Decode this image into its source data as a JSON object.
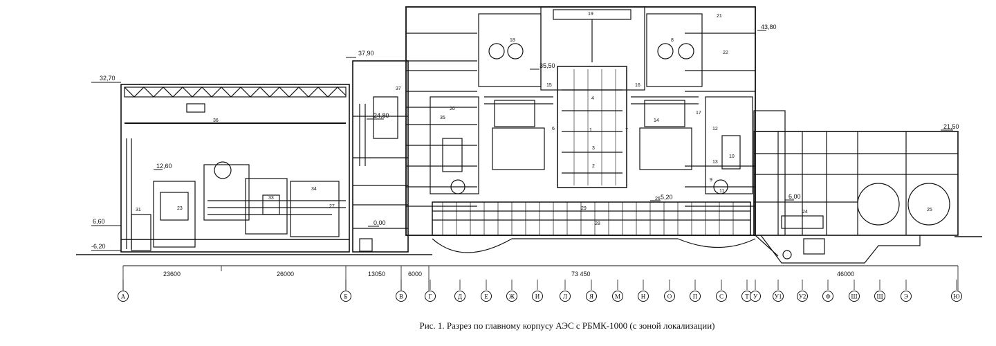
{
  "caption": "Рис. 1.  Разрез по главному корпусу АЭС с РБМК-1000  (с зоной локализации)",
  "elevations": [
    "32,70",
    "37,90",
    "43,80",
    "35,50",
    "24,80",
    "12,60",
    "21,50",
    "6,60",
    "6,00",
    "-6,20",
    "5,20",
    "0,00"
  ],
  "dimensions": [
    "23600",
    "26000",
    "13050",
    "6000",
    "73 450",
    "46000"
  ],
  "axes": [
    "А",
    "Б",
    "В",
    "Г",
    "Д",
    "Е",
    "Ж",
    "И",
    "Л",
    "Я",
    "М",
    "Н",
    "О",
    "П",
    "С",
    "Т",
    "У",
    "У1",
    "У2",
    "Ф",
    "Ш",
    "Щ",
    "Э",
    "Ю"
  ],
  "callouts": [
    "19",
    "18",
    "4",
    "21",
    "22",
    "37",
    "20",
    "14",
    "17",
    "12",
    "13",
    "10",
    "9",
    "11",
    "26",
    "29",
    "28",
    "27",
    "33",
    "34",
    "35",
    "36",
    "23",
    "25",
    "24",
    "31",
    "1",
    "2",
    "3",
    "6",
    "7",
    "8",
    "15",
    "16"
  ]
}
